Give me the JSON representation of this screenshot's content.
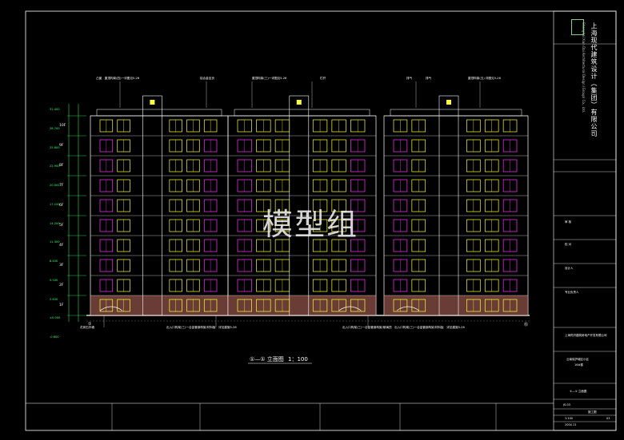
{
  "watermark": "模型组",
  "drawing_title": "①—① 立面图",
  "scale_label": "1：100",
  "title_block": {
    "firm_name": "上海现代建筑设计（集团）有限公司",
    "firm_name_en": "Shanghai Xian Dai Architectural Design (Group) Co., Ltd.",
    "client": "上海同济建筑房地产开发有限公司",
    "project_lines": [
      "云南保护城区小区",
      "16#楼"
    ],
    "sheet_name": "①—① 立面图",
    "drawing_no": "JS-03",
    "phase": "施工图",
    "scale": "1:100",
    "date": "2004.11",
    "sheet_index": "03",
    "section_heads": [
      "审 核",
      "校 对",
      "设计人",
      "专业负责人"
    ]
  },
  "floor_labels": [
    "10F",
    "9F",
    "8F",
    "7F",
    "6F",
    "5F",
    "4F",
    "3F",
    "2F",
    "1F"
  ],
  "elevations_left": [
    "31.400",
    "28.700",
    "25.800",
    "22.900",
    "20.000",
    "17.100",
    "14.200",
    "11.300",
    "8.400",
    "5.500",
    "2.600",
    "±0.000",
    "-0.600"
  ],
  "top_annotations": [
    "凸窗　屋顶构架(四)一详图见5-26",
    "铝合金百页",
    "屋顶构架(三)一详图见5-26",
    "栏杆",
    "排气",
    "排气",
    "栏杆",
    "屋顶构架(五) 详图见5-26"
  ],
  "bottom_annotations": [
    "花岗石外墙",
    "出入口构架(三)一合金管钢构架/材料板　详见建施5-26",
    "出入口构架(三)一合金管钢构架/玻璃顶　出入口构架(三)一合金管钢构架/材料板　详见建施5-26"
  ],
  "axis_labels": [
    "①",
    "⑮"
  ],
  "colors": {
    "background": "#000000",
    "wall_lines": "#ffffff",
    "windows": "#ffff33",
    "brick": "#c07060",
    "magenta": "#ff33ff",
    "dimension": "#33ff66",
    "frame": "#ffffff"
  }
}
